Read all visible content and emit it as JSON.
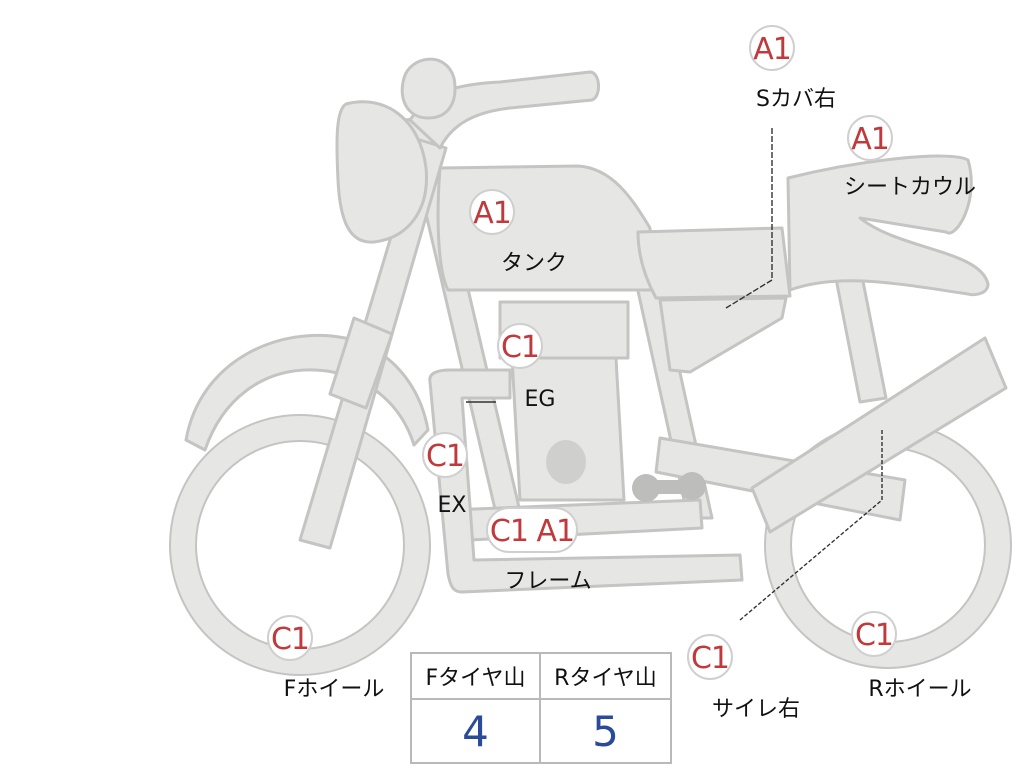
{
  "parts": [
    {
      "id": "s-cover-right",
      "grade": "A1",
      "label": "Sカバ右"
    },
    {
      "id": "seat-cowl",
      "grade": "A1",
      "label": "シートカウル"
    },
    {
      "id": "tank",
      "grade": "A1",
      "label": "タンク"
    },
    {
      "id": "engine",
      "grade": "C1",
      "label": "EG"
    },
    {
      "id": "exhaust",
      "grade": "C1",
      "label": "EX"
    },
    {
      "id": "frame",
      "grade": "C1 A1",
      "label": "フレーム"
    },
    {
      "id": "front-wheel",
      "grade": "C1",
      "label": "Fホイール"
    },
    {
      "id": "muffler-right",
      "grade": "C1",
      "label": "サイレ右"
    },
    {
      "id": "rear-wheel",
      "grade": "C1",
      "label": "Rホイール"
    }
  ],
  "tread_depth": {
    "headers": [
      "Fタイヤ山",
      "Rタイヤ山"
    ],
    "values": [
      "4",
      "5"
    ]
  },
  "colors": {
    "grade_text": "#c0393b",
    "tread_value": "#2a4a9a",
    "part_fill": "#e6e6e4",
    "part_stroke": "#c4c4c2"
  }
}
